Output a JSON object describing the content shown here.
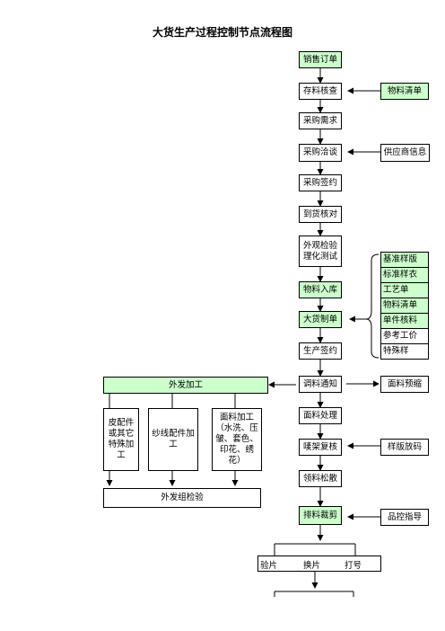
{
  "title": "大货生产过程控制节点流程图",
  "main_flow": [
    "销售订单",
    "存料核查",
    "采购需求",
    "采购洽谈",
    "采购签约",
    "到货核对",
    "外观检验\n理化测试",
    "物料入库",
    "大货制单",
    "生产签约",
    "调料通知",
    "面料处理",
    "唛架复核",
    "领料松散",
    "排料裁剪"
  ],
  "side_inputs": {
    "material_list": "物料清单",
    "supplier_info": "供应商信息",
    "fabric_shrink": "面料预缩",
    "sample_grading": "样版放码",
    "qc_guidance": "品控指导"
  },
  "doc_list": [
    "基准样版",
    "标准样衣",
    "工艺单",
    "物料清单",
    "单件核料",
    "参考工价",
    "特殊样"
  ],
  "outsource": {
    "header": "外发加工",
    "branches": [
      "皮配件\n或其它\n特殊加\n工",
      "纱线配件加\n工",
      "面料加工\n（水洗、压\n皱、套色、\n印花、绣\n花）"
    ],
    "inspection": "外发组检验"
  },
  "cutting_steps": [
    "验片",
    "换片",
    "打号"
  ],
  "colors": {
    "green_fill": "#ccffcc",
    "line": "#000000"
  }
}
